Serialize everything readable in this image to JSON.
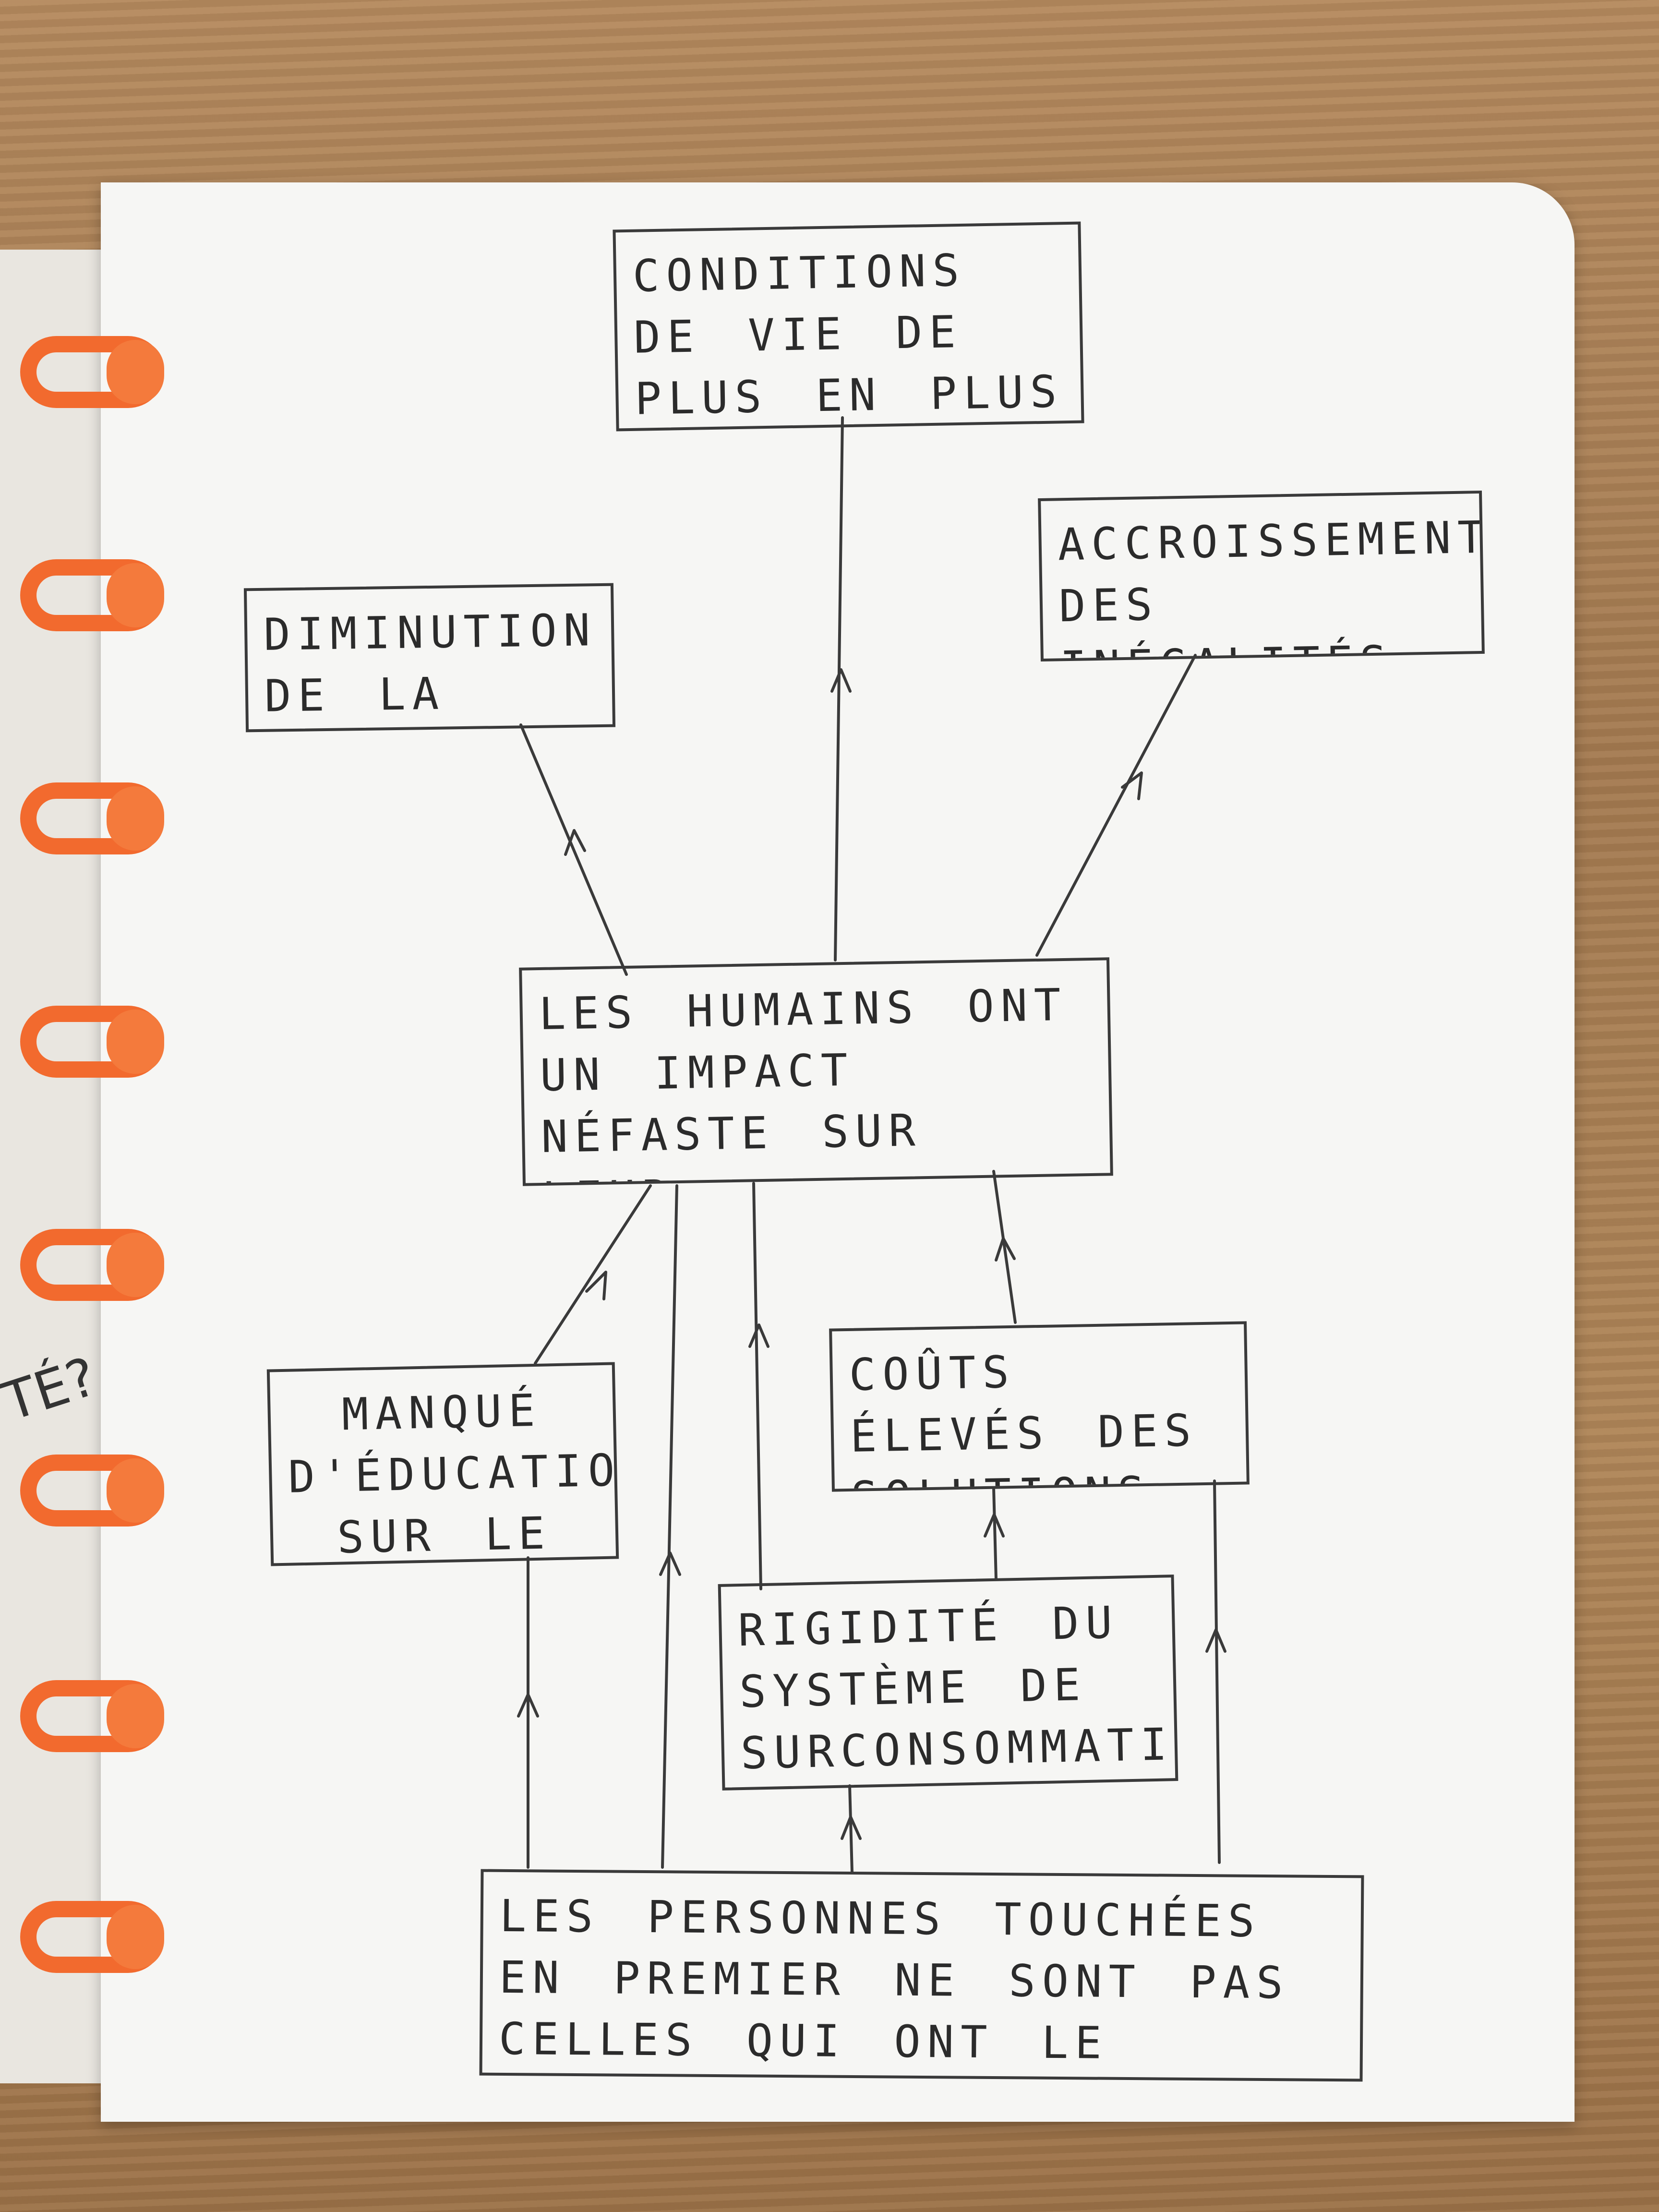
{
  "diagram": {
    "nodes": {
      "conditions": "CONDITIONS DE VIE DE PLUS EN PLUS DIFFICILES",
      "biodiversite": "DIMINUTION DE LA BIODIVERSITÉ",
      "inegalites": "ACCROISSEMENT DES INÉGALITÉS",
      "impact": "LES HUMAINS ONT UN IMPACT NÉFASTE SUR LEUR ENVIRONNEMENT",
      "education": "MANQUÉ D'ÉDUCATION SUR LE SUJET",
      "couts": "COÛTS ÉLEVÉS DES SOLUTIONS",
      "rigidite": "RIGIDITÉ DU SYSTÈME DE SURCONSOMMATION",
      "personnes": "LES PERSONNES TOUCHÉES EN PREMIER NE SONT PAS CELLES QUI ONT LE POUVOIR"
    },
    "edges": [
      {
        "from": "impact",
        "to": "conditions"
      },
      {
        "from": "impact",
        "to": "biodiversite"
      },
      {
        "from": "impact",
        "to": "inegalites"
      },
      {
        "from": "education",
        "to": "impact"
      },
      {
        "from": "couts",
        "to": "impact"
      },
      {
        "from": "rigidite",
        "to": "impact"
      },
      {
        "from": "rigidite",
        "to": "couts"
      },
      {
        "from": "personnes",
        "to": "education"
      },
      {
        "from": "personnes",
        "to": "impact"
      },
      {
        "from": "personnes",
        "to": "rigidite"
      },
      {
        "from": "personnes",
        "to": "couts"
      }
    ]
  },
  "back_page_note": "TÉ?",
  "colors": {
    "ring": "#f26a2e",
    "pencil": "#3a3a3a",
    "paper": "#f6f6f4"
  }
}
